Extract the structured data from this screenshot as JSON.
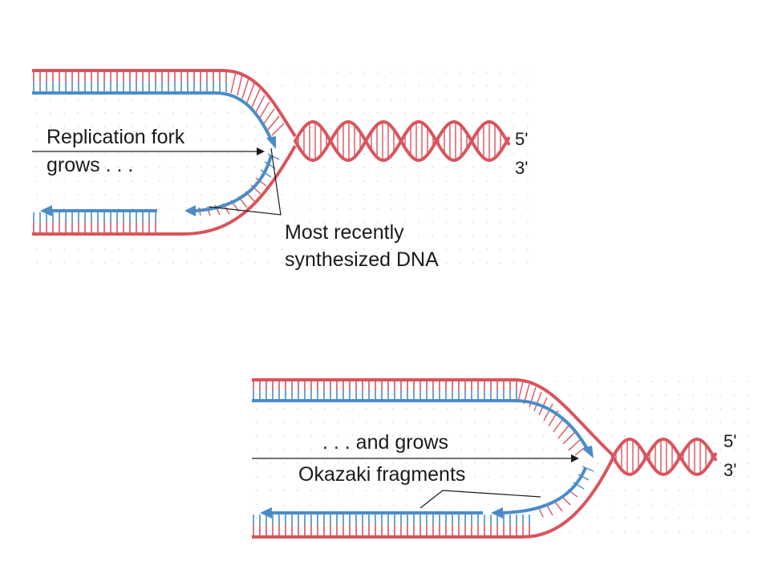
{
  "colors": {
    "template_strand": "#d9545c",
    "new_strand": "#4a8cc8",
    "rung": "#d9545c",
    "new_rung": "#4a8cc8",
    "grid_dot": "#cfcfcf",
    "label": "#1a1a1a"
  },
  "top_panel": {
    "caption_line1": "Replication fork",
    "caption_line2": "grows . . .",
    "recent_label_line1": "Most recently",
    "recent_label_line2": "synthesized DNA",
    "end_5": "5'",
    "end_3": "3'"
  },
  "bottom_panel": {
    "caption_line1": ". . . and grows",
    "caption_line2": "Okazaki fragments",
    "end_5": "5'",
    "end_3": "3'"
  }
}
